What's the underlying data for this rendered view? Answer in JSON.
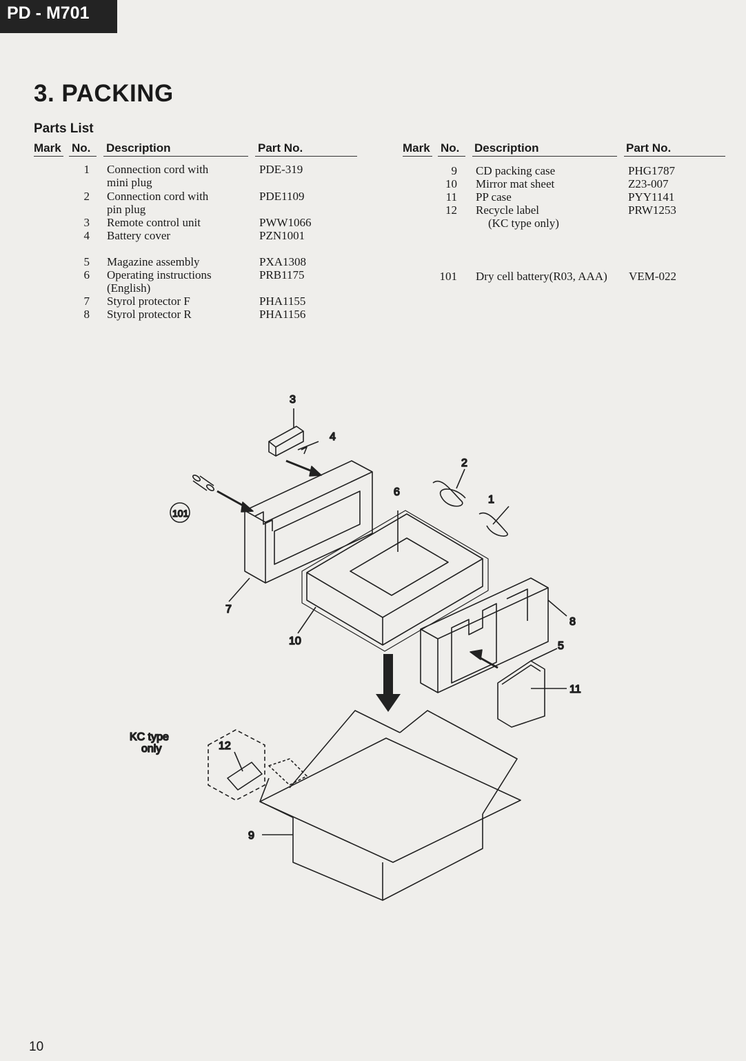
{
  "header": {
    "model": "PD - M701"
  },
  "section": {
    "title": "3. PACKING",
    "subtitle": "Parts List"
  },
  "columns": {
    "mark": "Mark",
    "no": "No.",
    "description": "Description",
    "part_no": "Part No."
  },
  "left_table": [
    {
      "no": "1",
      "desc_lines": [
        "Connection cord with",
        "mini plug"
      ],
      "part_no": "PDE-319"
    },
    {
      "no": "2",
      "desc_lines": [
        "Connection cord with",
        "pin plug"
      ],
      "part_no": "PDE1109"
    },
    {
      "no": "3",
      "desc_lines": [
        "Remote control unit"
      ],
      "part_no": "PWW1066"
    },
    {
      "no": "4",
      "desc_lines": [
        "Battery cover"
      ],
      "part_no": "PZN1001"
    },
    {
      "no": "5",
      "desc_lines": [
        "Magazine assembly"
      ],
      "part_no": "PXA1308"
    },
    {
      "no": "6",
      "desc_lines": [
        "Operating instructions",
        "(English)"
      ],
      "part_no": "PRB1175"
    },
    {
      "no": "7",
      "desc_lines": [
        "Styrol protector F"
      ],
      "part_no": "PHA1155"
    },
    {
      "no": "8",
      "desc_lines": [
        "Styrol protector R"
      ],
      "part_no": "PHA1156"
    }
  ],
  "right_table": [
    {
      "no": "9",
      "desc_lines": [
        "CD packing case"
      ],
      "part_no": "PHG1787"
    },
    {
      "no": "10",
      "desc_lines": [
        "Mirror mat sheet"
      ],
      "part_no": "Z23-007"
    },
    {
      "no": "11",
      "desc_lines": [
        "PP case"
      ],
      "part_no": "PYY1141"
    },
    {
      "no": "12",
      "desc_lines": [
        "Recycle label",
        "(KC type only)"
      ],
      "part_no": "PRW1253"
    },
    {
      "no": "101",
      "desc_lines": [
        "Dry cell battery(R03, AAA)"
      ],
      "part_no": "VEM-022"
    }
  ],
  "diagram": {
    "callouts": [
      "1",
      "2",
      "3",
      "4",
      "5",
      "6",
      "7",
      "8",
      "9",
      "10",
      "11",
      "12",
      "101"
    ],
    "note_line1": "KC type",
    "note_line2": "only"
  },
  "footer": {
    "page": "10"
  }
}
